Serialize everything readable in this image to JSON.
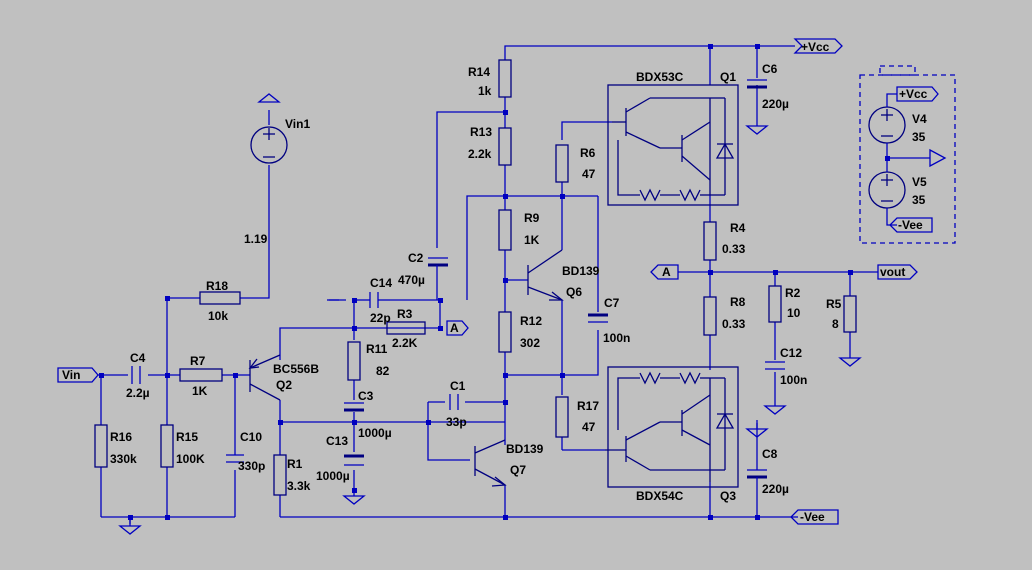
{
  "colors": {
    "background": "#c0c0c0",
    "wire": "#0000c0",
    "component": "#000080",
    "text": "#000000"
  },
  "labels": {
    "R14": "R14",
    "R14v": "1k",
    "R13": "R13",
    "R13v": "2.2k",
    "R6": "R6",
    "R6v": "47",
    "R9": "R9",
    "R9v": "1K",
    "R12": "R12",
    "R12v": "302",
    "R17": "R17",
    "R17v": "47",
    "R4": "R4",
    "R4v": "0.33",
    "R8": "R8",
    "R8v": "0.33",
    "R2": "R2",
    "R2v": "10",
    "R5": "R5",
    "R5v": "8",
    "R18": "R18",
    "R18v": "10k",
    "R7": "R7",
    "R7v": "1K",
    "R3": "R3",
    "R3v": "2.2K",
    "R11": "R11",
    "R11v": "82",
    "R16": "R16",
    "R16v": "330k",
    "R15": "R15",
    "R15v": "100K",
    "R1": "R1",
    "R1v": "3.3k",
    "C2": "C2",
    "C2v": "470µ",
    "C14": "C14",
    "C14v": "22p",
    "C4": "C4",
    "C4v": "2.2µ",
    "C10": "C10",
    "C10v": "330p",
    "C3": "C3",
    "C3v": "1000µ",
    "C13": "C13",
    "C13v": "1000µ",
    "C1": "C1",
    "C1v": "33p",
    "C7": "C7",
    "C7v": "100n",
    "C6": "C6",
    "C6v": "220µ",
    "C8": "C8",
    "C8v": "220µ",
    "C12": "C12",
    "C12v": "100n",
    "Q1name": "Q1",
    "Q1part": "BDX53C",
    "Q3name": "Q3",
    "Q3part": "BDX54C",
    "Q6name": "Q6",
    "Q6part": "BD139",
    "Q7name": "Q7",
    "Q7part": "BD139",
    "Q2name": "Q2",
    "Q2part": "BC556B",
    "Vin1": "Vin1",
    "Vin1v": "1.19",
    "V4": "V4",
    "V4v": "35",
    "V5": "V5",
    "V5v": "35"
  },
  "ports": {
    "vcc": "+Vcc",
    "vee": "-Vee",
    "vin": "Vin",
    "vout": "vout",
    "a": "A"
  }
}
